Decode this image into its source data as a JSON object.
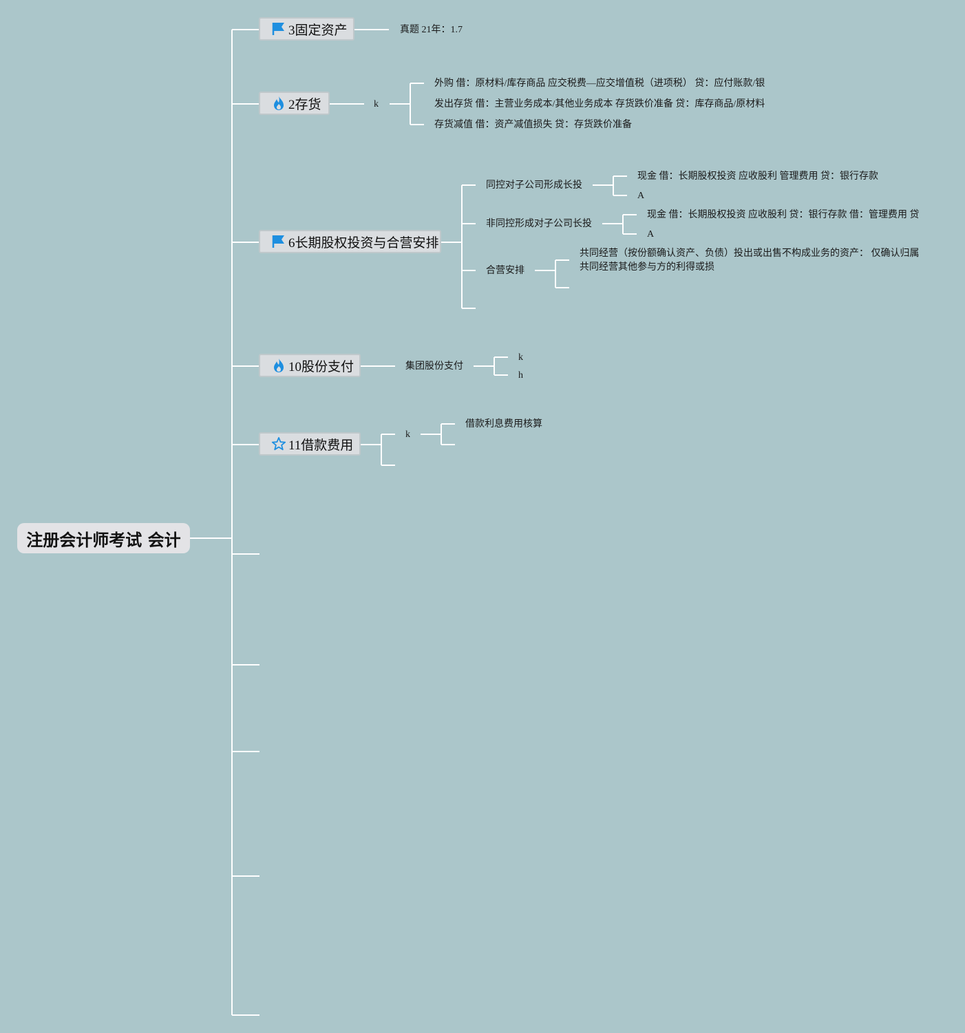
{
  "root": {
    "title": "注册会计师考试 会计"
  },
  "topics": [
    {
      "label": "3固定资产",
      "icon": "flag-icon",
      "note": "真题 21年：1.7"
    },
    {
      "label": "2存货",
      "icon": "fire-icon",
      "mid": "k",
      "items": [
        "外购 借：原材料/库存商品 应交税费—应交增值税（进项税） 贷：应付账款/银",
        "发出存货 借：主营业务成本/其他业务成本 存货跌价准备 贷：库存商品/原材料",
        "存货减值 借：资产减值损失 贷：存货跌价准备"
      ]
    },
    {
      "label": "6长期股权投资与合营安排",
      "icon": "flag-icon",
      "subs": [
        {
          "label": "同控对子公司形成长投",
          "detail": "现金 借：长期股权投资 应收股利 管理费用 贷：银行存款",
          "extra": "A"
        },
        {
          "label": "非同控形成对子公司长投",
          "detail": "现金 借：长期股权投资 应收股利 贷：银行存款 借：管理费用 贷",
          "extra": "A"
        },
        {
          "label": "合营安排",
          "detail_lines": [
            "共同经营（按份额确认资产、负债）投出或出售不构成业务的资产： 仅确认归属",
            "共同经营其他参与方的利得或损"
          ]
        }
      ]
    },
    {
      "label": "10股份支付",
      "icon": "fire-icon",
      "mid": "集团股份支付",
      "items": [
        "k",
        "h"
      ]
    },
    {
      "label": "11借款费用",
      "icon": "star-icon",
      "mid": "k",
      "items": [
        "借款利息费用核算"
      ]
    }
  ],
  "colors": {
    "background": "#abc6ca",
    "connector": "#ffffff",
    "icon_blue": "#1e8fe0"
  }
}
